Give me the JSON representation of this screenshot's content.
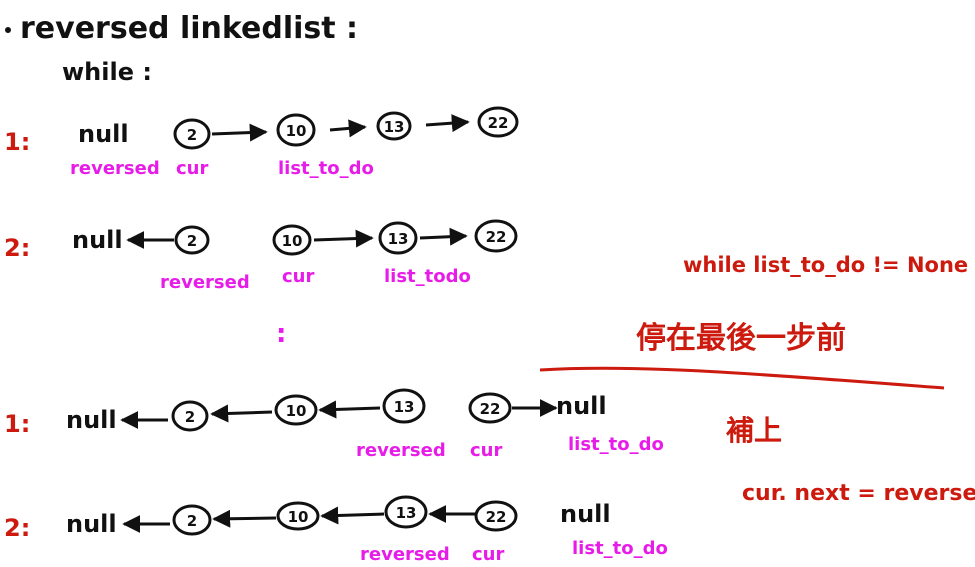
{
  "title": "reversed   linkedlist :",
  "loop_label": "while :",
  "dots": ":",
  "colors": {
    "ink": "#111111",
    "pointer": "#e81ce8",
    "step": "#cc1a0f",
    "note": "#cc1a0f"
  },
  "rows": [
    {
      "step": "1:",
      "items": [
        "null",
        "2",
        "10",
        "13",
        "22"
      ],
      "labels": [
        "reversed",
        "cur",
        "list_to_do"
      ]
    },
    {
      "step": "2:",
      "items": [
        "null",
        "2",
        "10",
        "13",
        "22"
      ],
      "labels": [
        "reversed",
        "cur",
        "list_todo"
      ]
    },
    {
      "step": "1:",
      "items": [
        "null",
        "2",
        "10",
        "13",
        "22",
        "null"
      ],
      "labels": [
        "reversed",
        "cur",
        "list_to_do"
      ]
    },
    {
      "step": "2:",
      "items": [
        "null",
        "2",
        "10",
        "13",
        "22",
        "null"
      ],
      "labels": [
        "reversed",
        "cur",
        "list_to_do"
      ]
    }
  ],
  "notes": {
    "condition": "while   list_to_do != None",
    "stop_before_last": "停在最後一步前",
    "add": "補上",
    "assignment": "cur. next = reversed"
  }
}
